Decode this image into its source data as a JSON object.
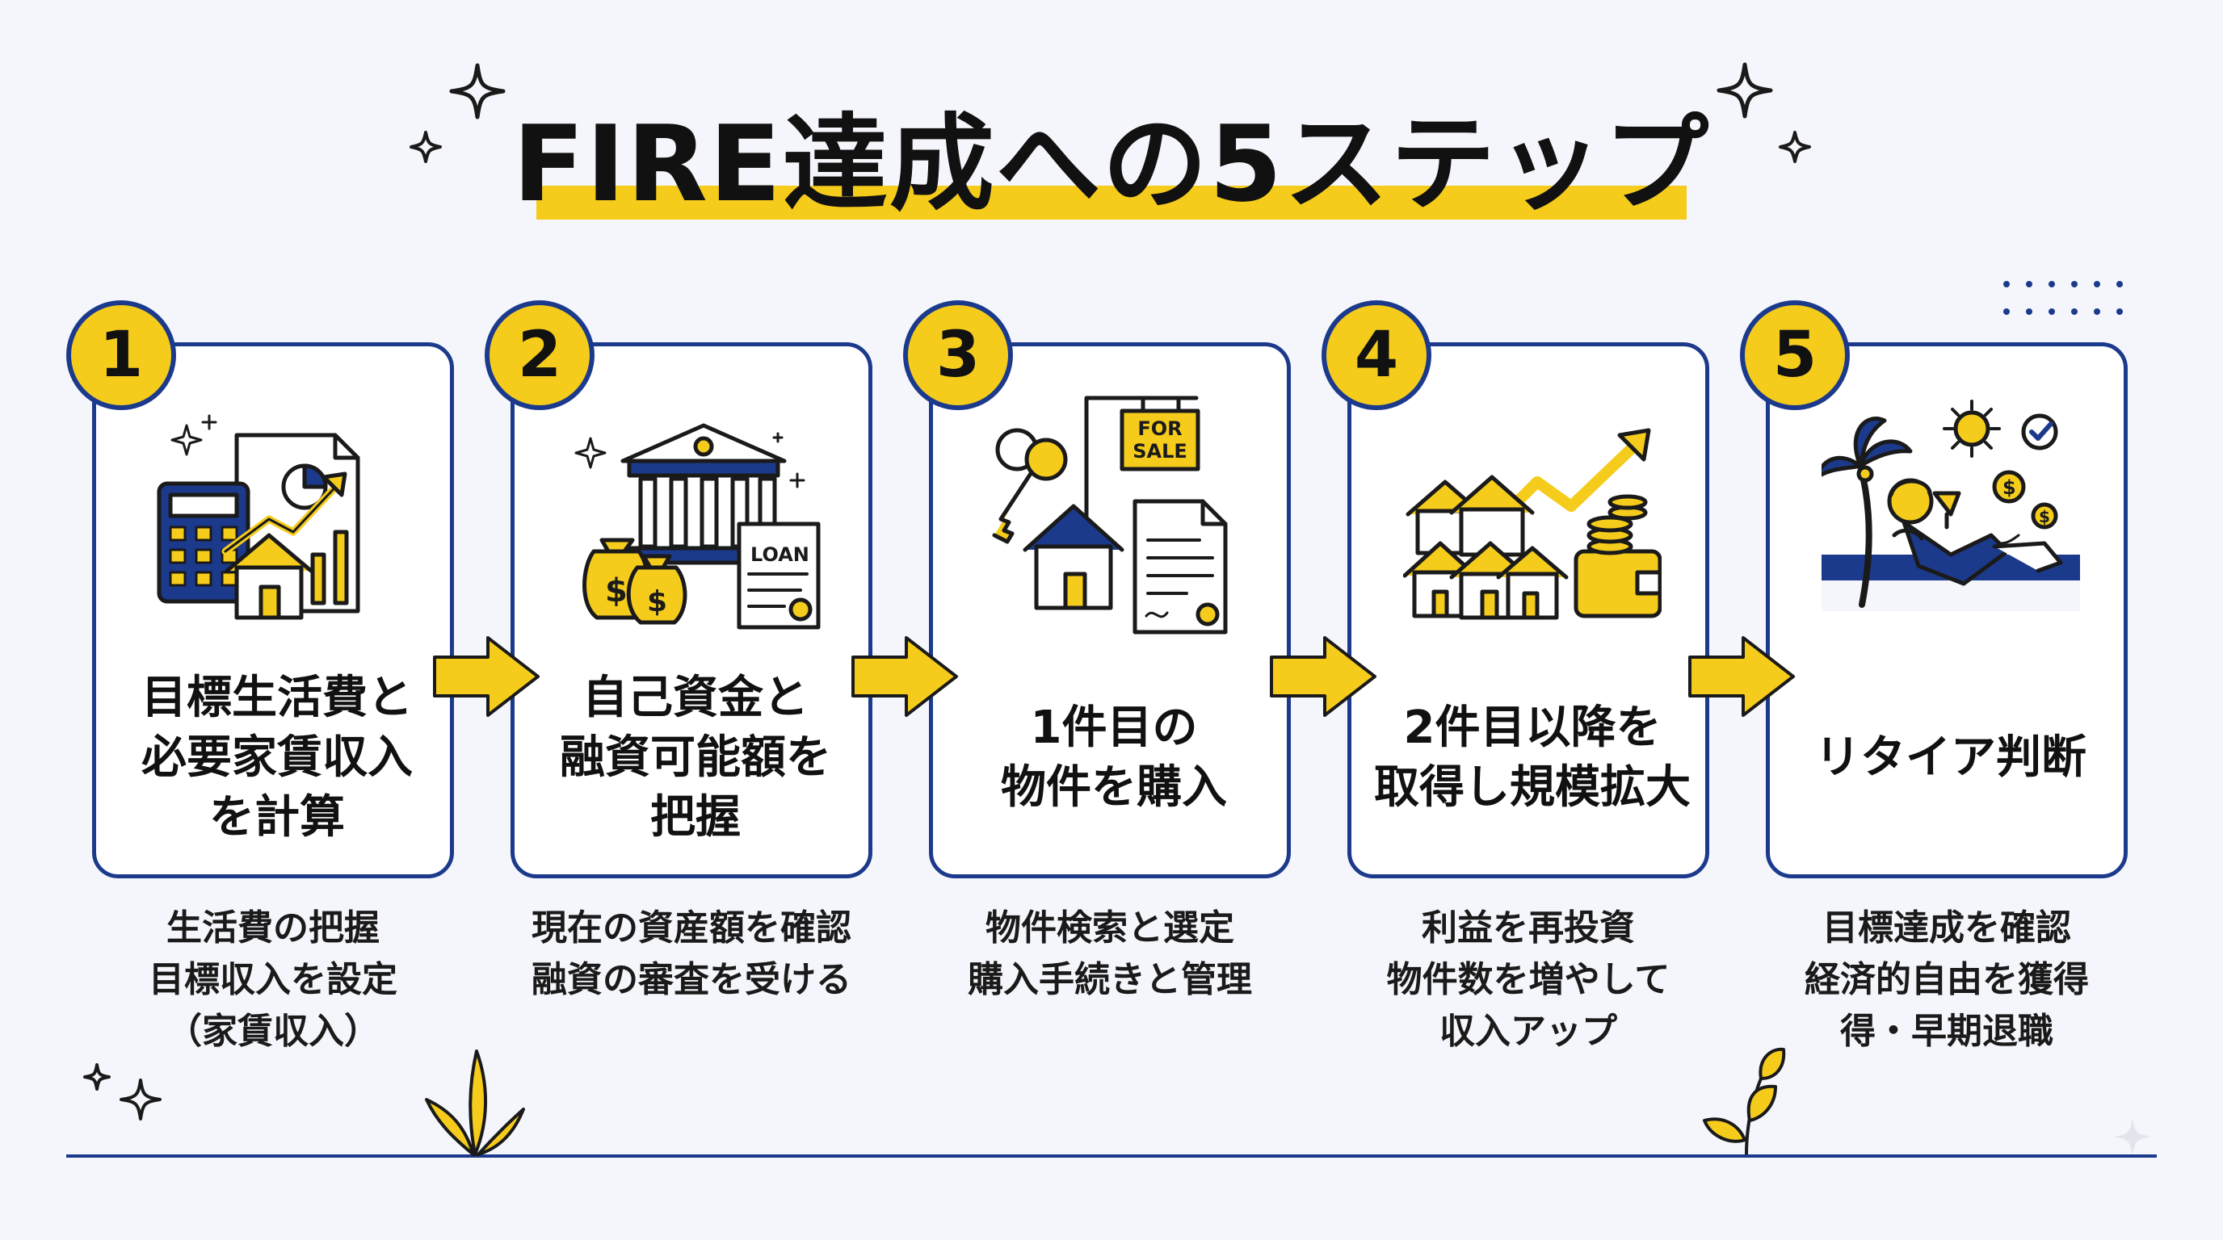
{
  "title": "FIRE達成への5ステップ",
  "colors": {
    "accent": "#f5cc1c",
    "navy": "#1c3a8c",
    "background": "#f4f6fb"
  },
  "steps": [
    {
      "number": "1",
      "title": "目標生活費と\n必要家賃収入\nを計算",
      "description": "生活費の把握\n目標収入を設定\n（家賃収入）",
      "icon": "calculator-house-growth-chart-icon"
    },
    {
      "number": "2",
      "title": "自己資金と\n融資可能額を\n把握",
      "description": "現在の資産額を確認\n融資の審査を受ける",
      "icon": "bank-money-bags-loan-icon",
      "loan_text": "LOAN"
    },
    {
      "number": "3",
      "title": "1件目の\n物件を購入",
      "description": "物件検索と選定\n購入手続きと管理",
      "icon": "keys-house-for-sale-sign-icon",
      "sign_text": "FOR\nSALE"
    },
    {
      "number": "4",
      "title": "2件目以降を\n取得し規模拡大",
      "description": "利益を再投資\n物件数を増やして\n収入アップ",
      "icon": "houses-growth-wallet-icon"
    },
    {
      "number": "5",
      "title": "リタイア判断",
      "description": "目標達成を確認\n経済的自由を獲得\n得・早期退職",
      "icon": "beach-relax-retirement-icon"
    }
  ]
}
